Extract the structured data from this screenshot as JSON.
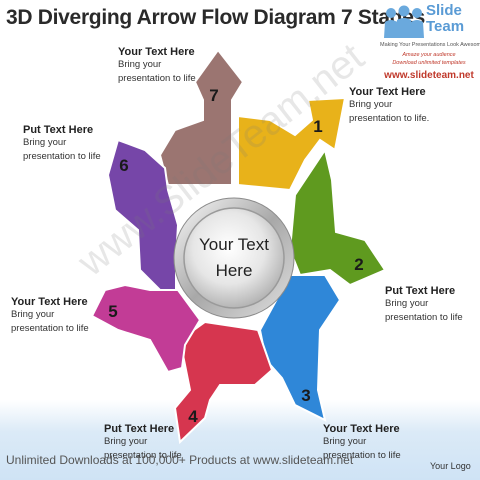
{
  "title": "3D Diverging Arrow Flow Diagram 7 Stages",
  "logo": {
    "brand_line1": "Slide",
    "brand_line2": "Team",
    "tagline": "Making Your Presentations Look Awesome",
    "promo_line1": "Amaze your audience",
    "promo_line2": "Download unlimited templates",
    "url": "www.slideteam.net"
  },
  "center": {
    "line1": "Your Text",
    "line2": "Here"
  },
  "stages": [
    {
      "number": "1",
      "color": "#e8b21a",
      "heading": "Your Text Here",
      "body1": "Bring your",
      "body2": "presentation to life."
    },
    {
      "number": "2",
      "color": "#5f9a1f",
      "heading": "Put Text Here",
      "body1": "Bring your",
      "body2": "presentation to life"
    },
    {
      "number": "3",
      "color": "#2f87d8",
      "heading": "Your Text Here",
      "body1": "Bring your",
      "body2": "presentation to life"
    },
    {
      "number": "4",
      "color": "#d6364f",
      "heading": "Put Text Here",
      "body1": "Bring your",
      "body2": "presentation to life"
    },
    {
      "number": "5",
      "color": "#c23c96",
      "heading": "Your Text Here",
      "body1": "Bring your",
      "body2": "presentation to life"
    },
    {
      "number": "6",
      "color": "#7646a8",
      "heading": "Put Text Here",
      "body1": "Bring your",
      "body2": "presentation to life"
    },
    {
      "number": "7",
      "color": "#9b7571",
      "heading": "Your Text Here",
      "body1": "Bring your",
      "body2": "presentation to life"
    }
  ],
  "watermark": "www.SlideTeam.net",
  "footer": {
    "left": "Unlimited Downloads at 100,000+ Products at www.slideteam.net",
    "right": "Your Logo"
  }
}
